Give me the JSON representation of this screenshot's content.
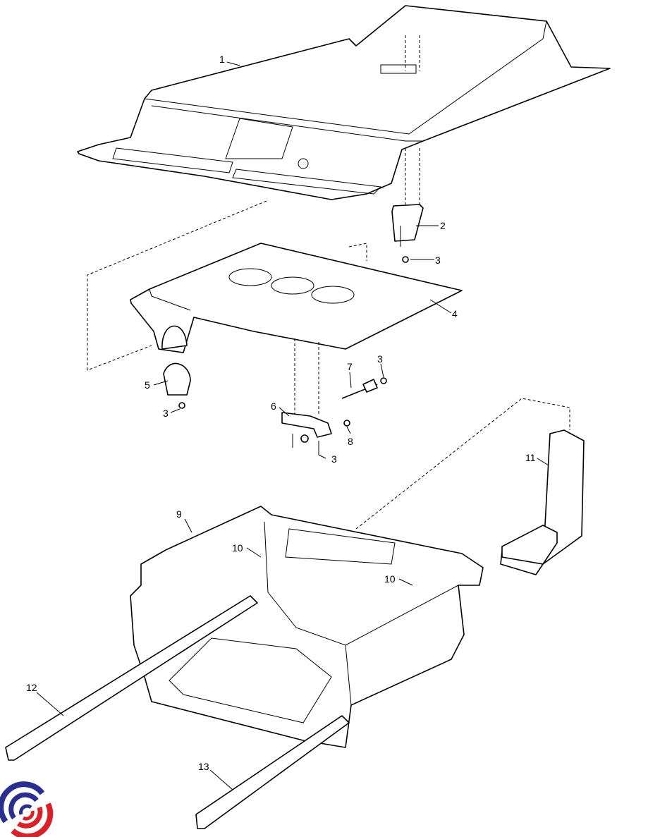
{
  "diagram": {
    "callouts": [
      "1",
      "2",
      "3",
      "4",
      "3",
      "7",
      "5",
      "3",
      "6",
      "8",
      "3",
      "11",
      "9",
      "10",
      "10",
      "12",
      "13"
    ]
  },
  "logo": {
    "colors": {
      "primary": "#2a2f8f",
      "secondary": "#d8222a"
    }
  }
}
